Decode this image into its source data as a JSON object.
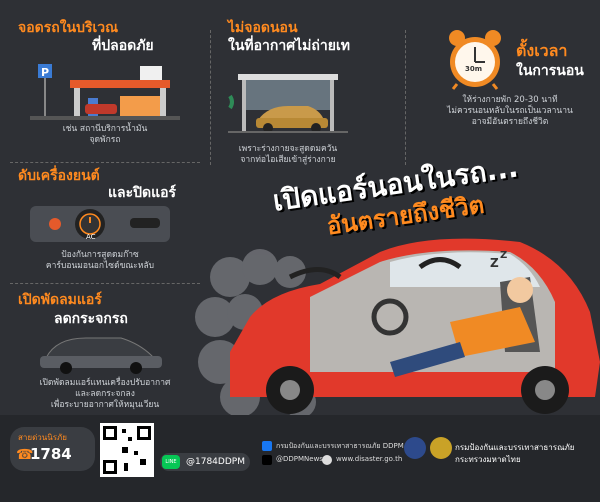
{
  "tips": [
    {
      "title_line1": "จอดรถในบริเวณ",
      "title_line2": "ที่ปลอดภัย",
      "desc_line1": "เช่น สถานีบริการน้ำมัน",
      "desc_line2": "จุดพักรถ"
    },
    {
      "title_line1": "ไม่จอดนอน",
      "title_line2": "ในที่อากาศไม่ถ่ายเท",
      "desc_line1": "เพราะร่างกายจะสูดดมควัน",
      "desc_line2": "จากท่อไอเสียเข้าสู่ร่างกาย"
    },
    {
      "title_line1": "ตั้งเวลา",
      "title_line2": "ในการนอน",
      "desc_line1": "ให้ร่างกายพัก 20-30 นาที",
      "desc_line2": "ไม่ควรนอนหลับในรถเป็นเวลานาน",
      "desc_line3": "อาจมีอันตรายถึงชีวิต"
    },
    {
      "title_line1": "ดับเครื่องยนต์",
      "title_line2": "และปิดแอร์",
      "desc_line1": "ป้องกันการสูดดมก๊าซ",
      "desc_line2": "คาร์บอนมอนอกไซด์ขณะหลับ"
    },
    {
      "title_line1": "เปิดพัดลมแอร์",
      "title_line2": "ลดกระจกรถ",
      "desc_line1": "เปิดพัดลมแอร์แทนเครื่องปรับอากาศ",
      "desc_line2": "และลดกระจกลง",
      "desc_line3": "เพื่อระบายอากาศให้หมุนเวียน"
    }
  ],
  "timer_label": "30m",
  "ac_label": "AC",
  "headline": {
    "line1": "เปิดแอร์นอนในรถ...",
    "line2": "อันตรายถึงชีวิต"
  },
  "footer": {
    "hotline_label": "สายด่วนนิรภัย",
    "hotline_number": "1784",
    "line_id": "@1784DDPM",
    "social_facebook": "กรมป้องกันและบรรเทาสาธารณภัย DDPM",
    "social_x": "@DDPMNews",
    "website": "www.disaster.go.th",
    "org_line1": "กรมป้องกันและบรรเทาสาธารณภัย",
    "org_line2": "กระทรวงมหาดไทย",
    "line_badge": "LINE"
  },
  "colors": {
    "accent_orange": "#ff8a1f",
    "background": "#2e3035",
    "car_red": "#e1392b"
  }
}
